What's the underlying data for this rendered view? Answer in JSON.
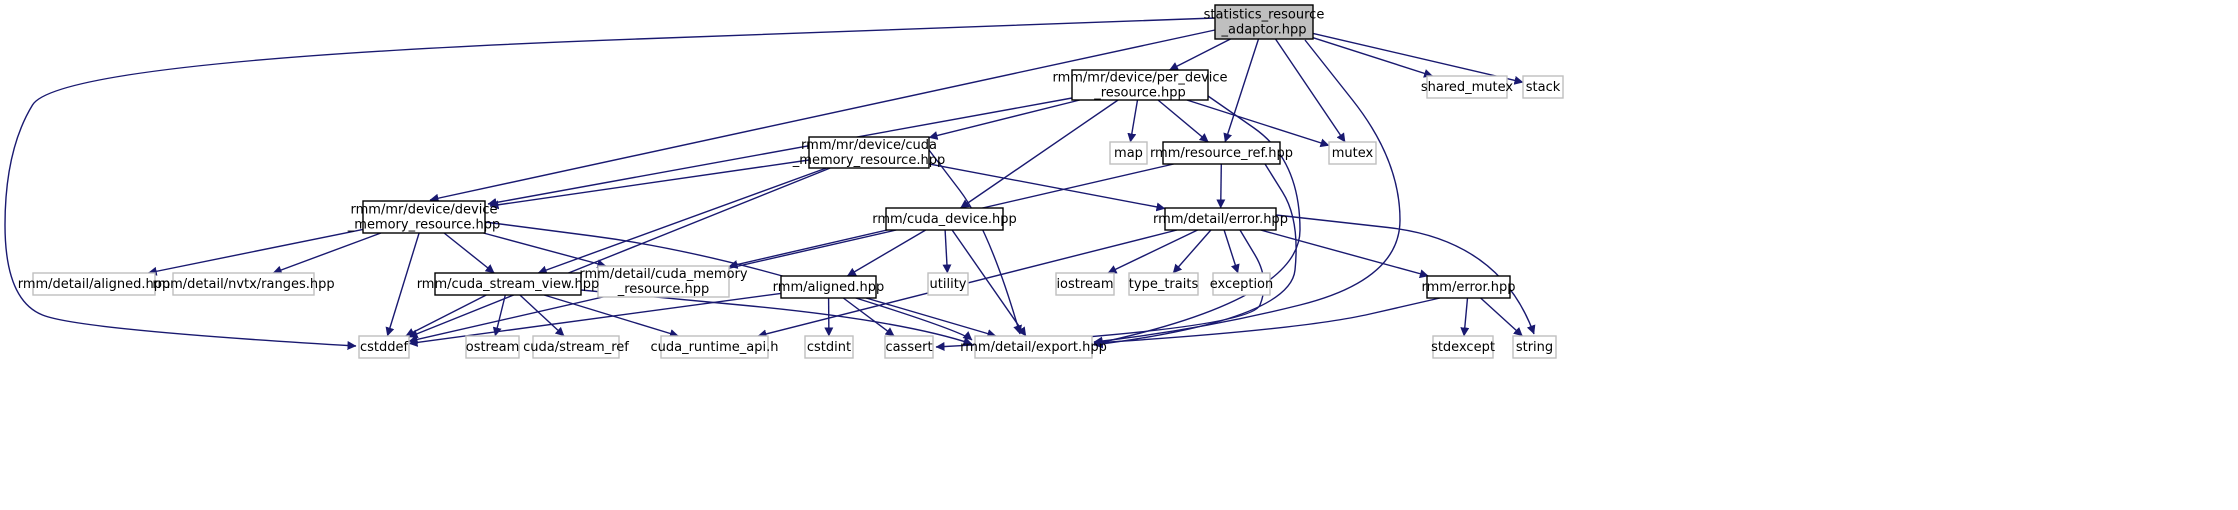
{
  "colors": {
    "edge": "#191970",
    "root_fill": "#bfbfbf",
    "node_fill": "#ffffff",
    "doc_border": "#000000",
    "ext_border": "#bfbfbf",
    "ext_text": "#404040"
  },
  "nodes": [
    {
      "id": "root",
      "lines": [
        "statistics_resource",
        "_adaptor.hpp"
      ],
      "kind": "root"
    },
    {
      "id": "per_device",
      "lines": [
        "rmm/mr/device/per_device",
        "_resource.hpp"
      ],
      "kind": "doc"
    },
    {
      "id": "shared_mutex",
      "lines": [
        "shared_mutex"
      ],
      "kind": "ext"
    },
    {
      "id": "stack",
      "lines": [
        "stack"
      ],
      "kind": "ext"
    },
    {
      "id": "map",
      "lines": [
        "map"
      ],
      "kind": "ext"
    },
    {
      "id": "mutex",
      "lines": [
        "mutex"
      ],
      "kind": "ext"
    },
    {
      "id": "cuda_mr",
      "lines": [
        "rmm/mr/device/cuda",
        "_memory_resource.hpp"
      ],
      "kind": "doc"
    },
    {
      "id": "resource_ref",
      "lines": [
        "rmm/resource_ref.hpp"
      ],
      "kind": "doc"
    },
    {
      "id": "device_mr",
      "lines": [
        "rmm/mr/device/device",
        "_memory_resource.hpp"
      ],
      "kind": "doc"
    },
    {
      "id": "cuda_device",
      "lines": [
        "rmm/cuda_device.hpp"
      ],
      "kind": "doc"
    },
    {
      "id": "detail_error",
      "lines": [
        "rmm/detail/error.hpp"
      ],
      "kind": "doc"
    },
    {
      "id": "detail_aligned",
      "lines": [
        "rmm/detail/aligned.hpp"
      ],
      "kind": "ext"
    },
    {
      "id": "nvtx_ranges",
      "lines": [
        "rmm/detail/nvtx/ranges.hpp"
      ],
      "kind": "ext"
    },
    {
      "id": "detail_cuda_mr",
      "lines": [
        "rmm/detail/cuda_memory",
        "_resource.hpp"
      ],
      "kind": "ext"
    },
    {
      "id": "utility",
      "lines": [
        "utility"
      ],
      "kind": "ext"
    },
    {
      "id": "iostream",
      "lines": [
        "iostream"
      ],
      "kind": "ext"
    },
    {
      "id": "type_traits",
      "lines": [
        "type_traits"
      ],
      "kind": "ext"
    },
    {
      "id": "exception",
      "lines": [
        "exception"
      ],
      "kind": "ext"
    },
    {
      "id": "cuda_stream_view",
      "lines": [
        "rmm/cuda_stream_view.hpp"
      ],
      "kind": "doc"
    },
    {
      "id": "aligned",
      "lines": [
        "rmm/aligned.hpp"
      ],
      "kind": "doc"
    },
    {
      "id": "error",
      "lines": [
        "rmm/error.hpp"
      ],
      "kind": "doc"
    },
    {
      "id": "cstddef",
      "lines": [
        "cstddef"
      ],
      "kind": "ext"
    },
    {
      "id": "ostream",
      "lines": [
        "ostream"
      ],
      "kind": "ext"
    },
    {
      "id": "stream_ref",
      "lines": [
        "cuda/stream_ref"
      ],
      "kind": "ext"
    },
    {
      "id": "cuda_runtime",
      "lines": [
        "cuda_runtime_api.h"
      ],
      "kind": "ext"
    },
    {
      "id": "cstdint",
      "lines": [
        "cstdint"
      ],
      "kind": "ext"
    },
    {
      "id": "cassert",
      "lines": [
        "cassert"
      ],
      "kind": "ext"
    },
    {
      "id": "export",
      "lines": [
        "rmm/detail/export.hpp"
      ],
      "kind": "ext"
    },
    {
      "id": "stdexcept",
      "lines": [
        "stdexcept"
      ],
      "kind": "ext"
    },
    {
      "id": "string",
      "lines": [
        "string"
      ],
      "kind": "ext"
    }
  ],
  "edges": [
    {
      "from": "root",
      "to": "cstddef"
    },
    {
      "from": "root",
      "to": "device_mr"
    },
    {
      "from": "root",
      "to": "per_device"
    },
    {
      "from": "root",
      "to": "resource_ref"
    },
    {
      "from": "root",
      "to": "mutex"
    },
    {
      "from": "root",
      "to": "export"
    },
    {
      "from": "root",
      "to": "shared_mutex"
    },
    {
      "from": "root",
      "to": "stack"
    },
    {
      "from": "per_device",
      "to": "device_mr"
    },
    {
      "from": "per_device",
      "to": "cuda_mr"
    },
    {
      "from": "per_device",
      "to": "cuda_device"
    },
    {
      "from": "per_device",
      "to": "map"
    },
    {
      "from": "per_device",
      "to": "resource_ref"
    },
    {
      "from": "per_device",
      "to": "mutex"
    },
    {
      "from": "per_device",
      "to": "export"
    },
    {
      "from": "cuda_mr",
      "to": "device_mr"
    },
    {
      "from": "cuda_mr",
      "to": "cstddef"
    },
    {
      "from": "cuda_mr",
      "to": "cuda_stream_view"
    },
    {
      "from": "cuda_mr",
      "to": "detail_error"
    },
    {
      "from": "cuda_mr",
      "to": "export"
    },
    {
      "from": "resource_ref",
      "to": "detail_cuda_mr"
    },
    {
      "from": "resource_ref",
      "to": "detail_error"
    },
    {
      "from": "resource_ref",
      "to": "export"
    },
    {
      "from": "device_mr",
      "to": "detail_aligned"
    },
    {
      "from": "device_mr",
      "to": "nvtx_ranges"
    },
    {
      "from": "device_mr",
      "to": "detail_cuda_mr"
    },
    {
      "from": "device_mr",
      "to": "cuda_stream_view"
    },
    {
      "from": "device_mr",
      "to": "cstddef"
    },
    {
      "from": "device_mr",
      "to": "export"
    },
    {
      "from": "cuda_device",
      "to": "cstddef"
    },
    {
      "from": "cuda_device",
      "to": "aligned"
    },
    {
      "from": "cuda_device",
      "to": "utility"
    },
    {
      "from": "cuda_device",
      "to": "export"
    },
    {
      "from": "detail_error",
      "to": "cuda_runtime"
    },
    {
      "from": "detail_error",
      "to": "iostream"
    },
    {
      "from": "detail_error",
      "to": "type_traits"
    },
    {
      "from": "detail_error",
      "to": "exception"
    },
    {
      "from": "detail_error",
      "to": "error"
    },
    {
      "from": "detail_error",
      "to": "string"
    },
    {
      "from": "detail_error",
      "to": "cassert"
    },
    {
      "from": "cuda_stream_view",
      "to": "cstddef"
    },
    {
      "from": "cuda_stream_view",
      "to": "ostream"
    },
    {
      "from": "cuda_stream_view",
      "to": "stream_ref"
    },
    {
      "from": "cuda_stream_view",
      "to": "cuda_runtime"
    },
    {
      "from": "cuda_stream_view",
      "to": "export"
    },
    {
      "from": "aligned",
      "to": "cstddef"
    },
    {
      "from": "aligned",
      "to": "cstdint"
    },
    {
      "from": "aligned",
      "to": "cassert"
    },
    {
      "from": "aligned",
      "to": "export"
    },
    {
      "from": "error",
      "to": "stdexcept"
    },
    {
      "from": "error",
      "to": "string"
    },
    {
      "from": "error",
      "to": "export"
    }
  ]
}
